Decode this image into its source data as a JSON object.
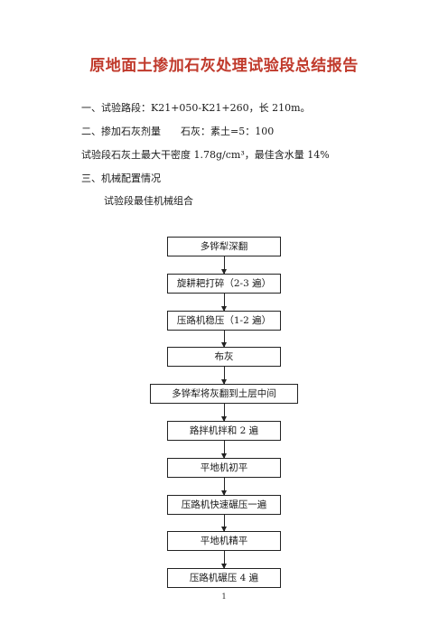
{
  "document": {
    "title": "原地面土掺加石灰处理试验段总结报告",
    "lines": [
      "一、试验路段：K21+050-K21+260，长 210m。",
      "二、掺加石灰剂量　　石灰：素土=5：100",
      "试验段石灰土最大干密度 1.78g/cm³，最佳含水量 14%",
      "三、机械配置情况",
      "试验段最佳机械组合"
    ],
    "flow_steps": [
      "多铧犁深翻",
      "旋耕耙打碎（2-3 遍）",
      "压路机稳压（1-2 遍）",
      "布灰",
      "多铧犁将灰翻到土层中间",
      "路拌机拌和 2 遍",
      "平地机初平",
      "压路机快速碾压一遍",
      "平地机精平",
      "压路机碾压 4 遍"
    ],
    "page_number": "1"
  },
  "colors": {
    "title": "#c0392b",
    "border": "#222222"
  }
}
